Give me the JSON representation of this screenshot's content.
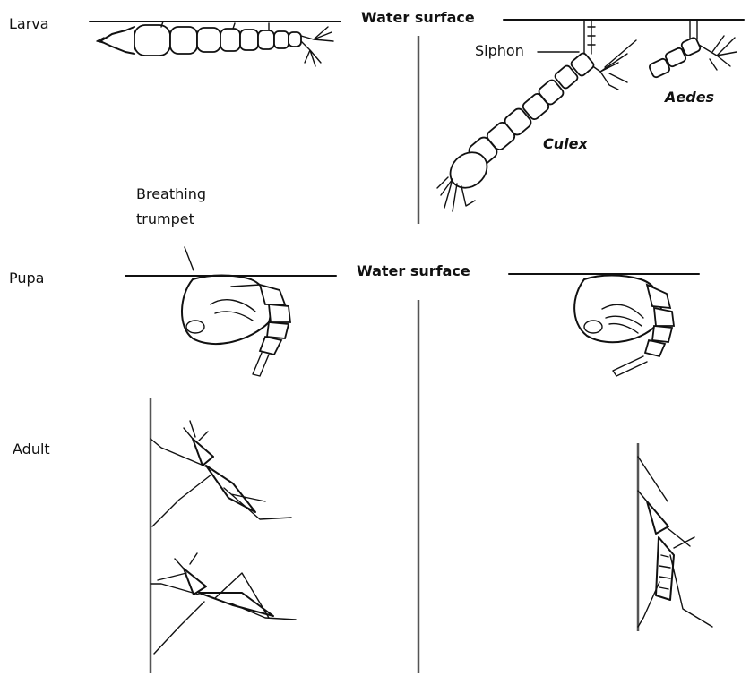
{
  "labels": {
    "larva": "Larva",
    "pupa": "Pupa",
    "adult": "Adult",
    "water_surface_top": "Water surface",
    "water_surface_mid": "Water surface",
    "siphon": "Siphon",
    "aedes": "Aedes",
    "culex": "Culex",
    "breathing_trumpet_line1": "Breathing",
    "breathing_trumpet_line2": "trumpet"
  },
  "colors": {
    "ink": "#111111",
    "divider": "#555555",
    "background": "#ffffff"
  }
}
